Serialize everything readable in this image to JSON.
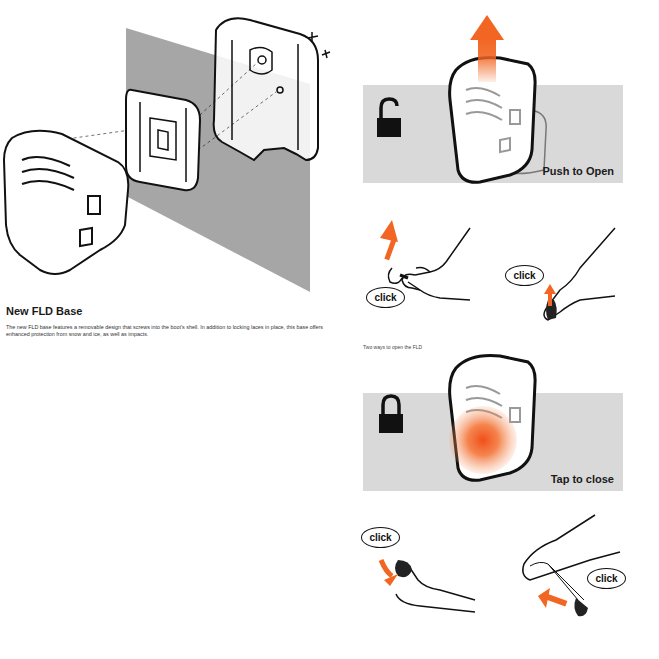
{
  "diagram": {
    "title": "New FLD Base",
    "caption": "The new FLD base features a removable design that screws into the boot's shell. In addition to locking laces in place, this base offers enhanced protection from snow and ice, as well as impacts.",
    "nodes": [
      {
        "text": [
          "Push to Open"
        ]
      },
      {
        "text": [
          "click"
        ]
      },
      {
        "text": [
          "click"
        ]
      },
      {
        "text": [
          "Tap to close"
        ]
      },
      {
        "text": [
          "click"
        ]
      },
      {
        "text": [
          "click"
        ]
      }
    ],
    "labels": [
      "Two ways to open the FLD"
    ]
  }
}
